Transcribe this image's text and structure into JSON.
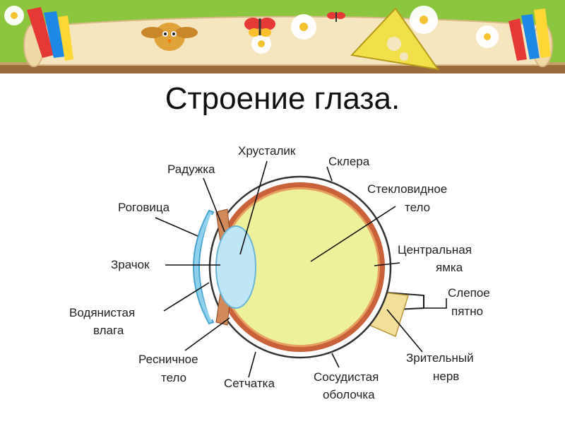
{
  "page": {
    "title": "Строение глаза."
  },
  "diagram": {
    "labels": {
      "lens": "Хрусталик",
      "iris": "Радужка",
      "sclera": "Склера",
      "vitreous_line1": "Стекловидное",
      "vitreous_line2": "тело",
      "cornea": "Роговица",
      "fovea_line1": "Центральная",
      "fovea_line2": "ямка",
      "pupil": "Зрачок",
      "blind_spot_line1": "Слепое",
      "blind_spot_line2": "пятно",
      "aqueous_line1": "Водянистая",
      "aqueous_line2": "влага",
      "ciliary_line1": "Ресничное",
      "ciliary_line2": "тело",
      "retina": "Сетчатка",
      "choroid_line1": "Сосудистая",
      "choroid_line2": "оболочка",
      "optic_nerve_line1": "Зрительный",
      "optic_nerve_line2": "нерв"
    },
    "colors": {
      "vitreous": "#eef19c",
      "lens": "#bfe6f5",
      "cornea": "#8fd1ec",
      "choroid": "#c9623a",
      "iris": "#d38a5a",
      "optic_nerve": "#f2df9a"
    }
  }
}
